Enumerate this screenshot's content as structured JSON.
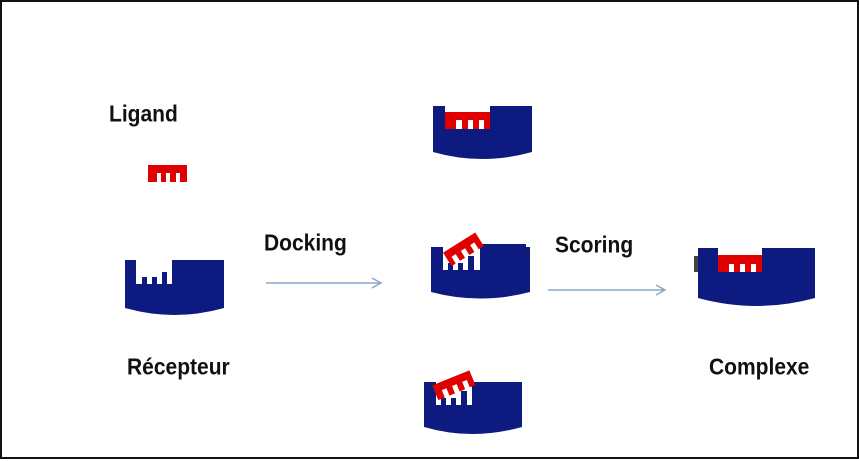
{
  "labels": {
    "ligand": "Ligand",
    "receptor": "Récepteur",
    "docking": "Docking",
    "scoring": "Scoring",
    "complex": "Complexe"
  },
  "colors": {
    "receptor": "#0d1a80",
    "ligand": "#e00000",
    "arrow": "#8aa6c8",
    "text": "#111111",
    "border": "#111111",
    "background": "#ffffff"
  }
}
